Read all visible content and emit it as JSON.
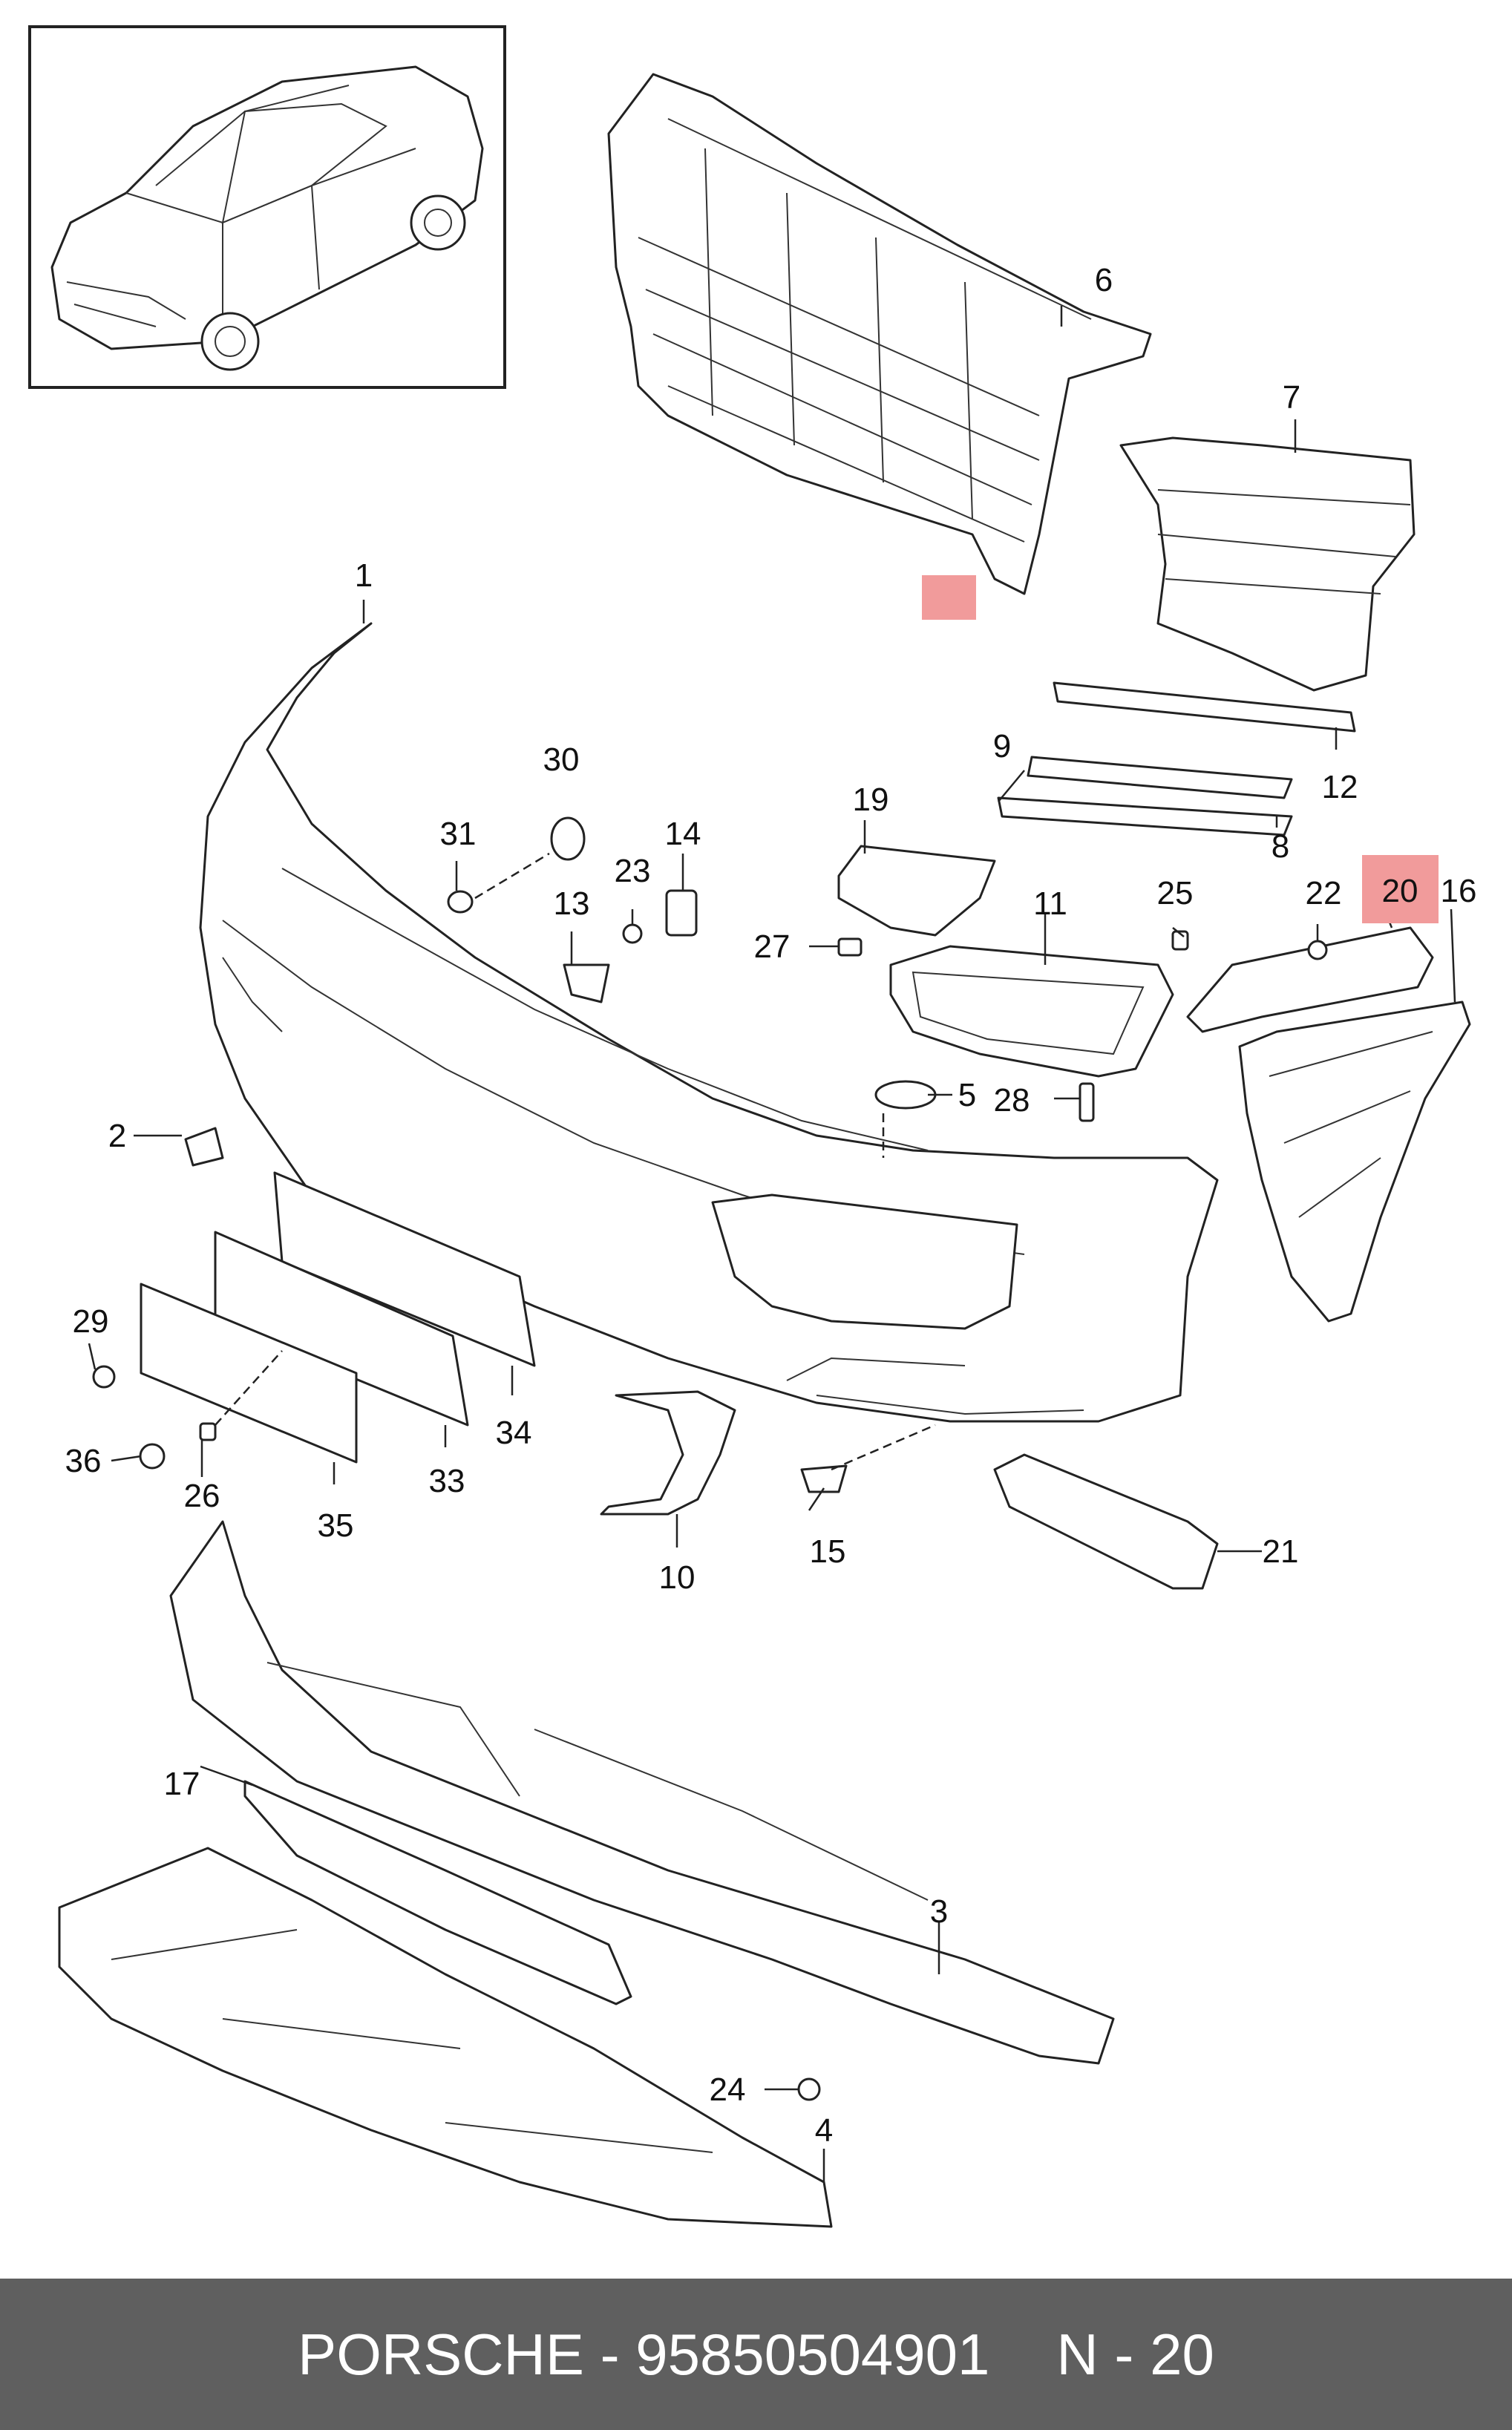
{
  "footer": {
    "brand": "PORSCHE",
    "separator": "-",
    "part_number": "95850504901",
    "ref": "N - 20"
  },
  "diagram": {
    "highlight_color": "#f19b9b",
    "callouts": [
      "1",
      "2",
      "3",
      "4",
      "5",
      "6",
      "7",
      "8",
      "9",
      "10",
      "11",
      "12",
      "13",
      "14",
      "15",
      "16",
      "17",
      "19",
      "20",
      "21",
      "22",
      "23",
      "24",
      "25",
      "26",
      "27",
      "28",
      "29",
      "30",
      "31",
      "33",
      "34",
      "35",
      "36"
    ],
    "highlighted": "20"
  }
}
